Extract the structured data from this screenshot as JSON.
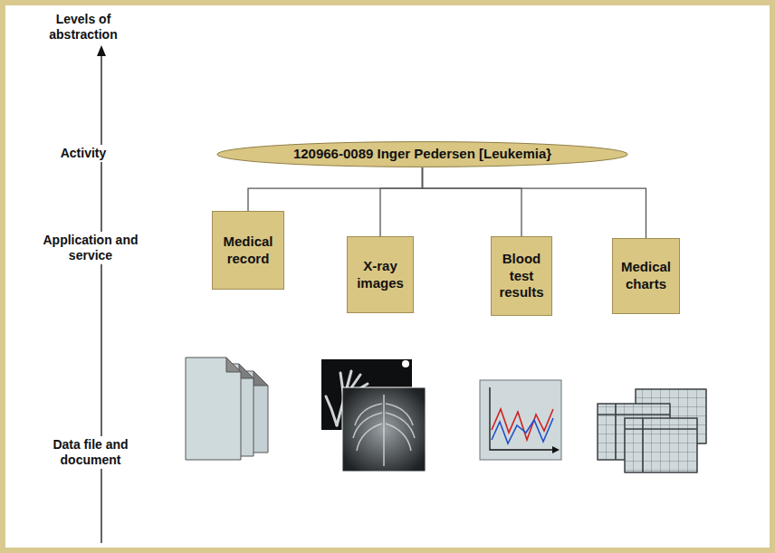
{
  "diagram": {
    "nodes": [
      {
        "text": [
          "120966-0089 Inger Pedersen [Leukemia}"
        ]
      },
      {
        "text": [
          "Medical record"
        ]
      },
      {
        "text": [
          "X-ray images"
        ]
      },
      {
        "text": [
          "Blood test results"
        ]
      },
      {
        "text": [
          "Medical charts"
        ]
      }
    ],
    "edges": [
      {
        "from": 0,
        "to": 1,
        "arrow": "none"
      },
      {
        "from": 0,
        "to": 2,
        "arrow": "none"
      },
      {
        "from": 0,
        "to": 3,
        "arrow": "none"
      },
      {
        "from": 0,
        "to": 4,
        "arrow": "none"
      }
    ],
    "labels": [
      "Levels of abstraction",
      "Activity",
      "Application and service",
      "Data file and document"
    ]
  }
}
